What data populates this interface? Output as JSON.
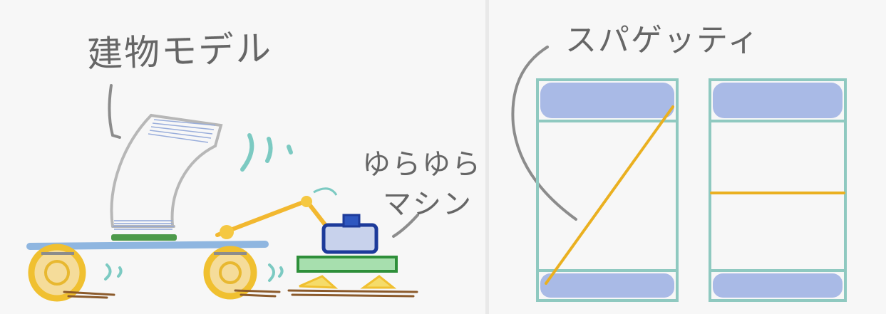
{
  "left_panel": {
    "building_label": "建物モデル",
    "shake_label_line1": "ゆらゆら",
    "shake_label_line2": "マシン"
  },
  "right_panel": {
    "spaghetti_label": "スパゲッティ"
  },
  "colors": {
    "pencil_gray": "#8c8c8c",
    "platform_blue": "#8fb6e0",
    "wheel_yellow": "#f0c030",
    "arm_orange": "#f2b830",
    "machine_green": "#8fd6a0",
    "machine_navy": "#1c3a9a",
    "ground_brown": "#8b5a2b",
    "teal": "#86cfc8",
    "frame_teal": "#8fc9c0",
    "block_blue": "#8fa6e0",
    "strand_yellow": "#eab020"
  }
}
